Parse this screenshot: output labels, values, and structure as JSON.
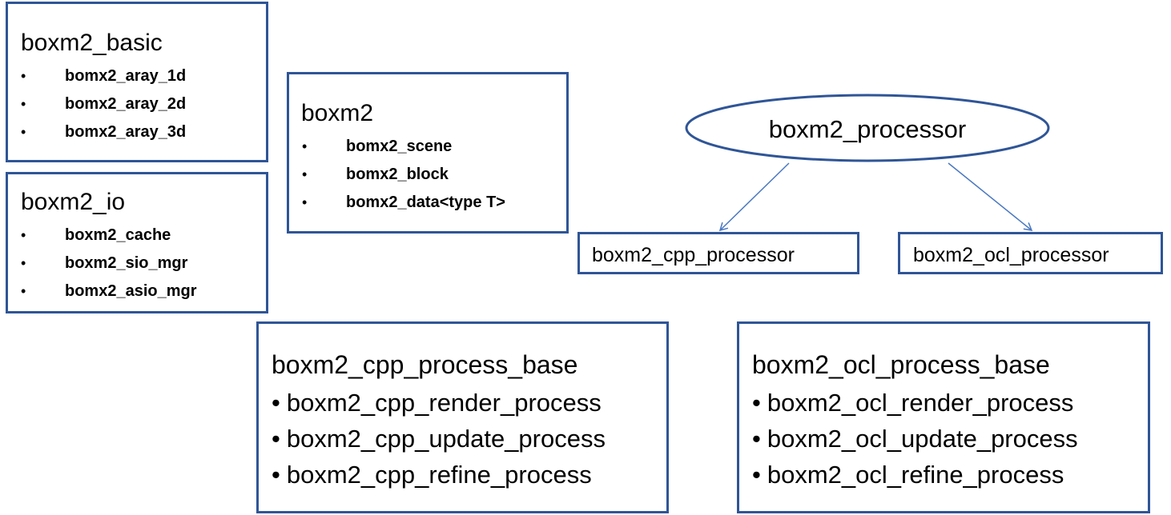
{
  "bullet": "•",
  "basic": {
    "title": "boxm2_basic",
    "items": [
      "bomx2_aray_1d",
      "bomx2_aray_2d",
      "bomx2_aray_3d"
    ]
  },
  "io": {
    "title": "boxm2_io",
    "items": [
      "boxm2_cache",
      "boxm2_sio_mgr",
      "bomx2_asio_mgr"
    ]
  },
  "core": {
    "title": "boxm2",
    "items": [
      "bomx2_scene",
      "bomx2_block",
      "bomx2_data<type T>"
    ]
  },
  "processor": {
    "label": "boxm2_processor",
    "children": [
      "boxm2_cpp_processor",
      "boxm2_ocl_processor"
    ]
  },
  "cpp_process": {
    "title": "boxm2_cpp_process_base",
    "items": [
      "boxm2_cpp_render_process",
      "boxm2_cpp_update_process",
      "boxm2_cpp_refine_process"
    ]
  },
  "ocl_process": {
    "title": "boxm2_ocl_process_base",
    "items": [
      "boxm2_ocl_render_process",
      "boxm2_ocl_update_process",
      "boxm2_ocl_refine_process"
    ]
  },
  "colors": {
    "border": "#2f5597",
    "arrow": "#4a78c2"
  }
}
